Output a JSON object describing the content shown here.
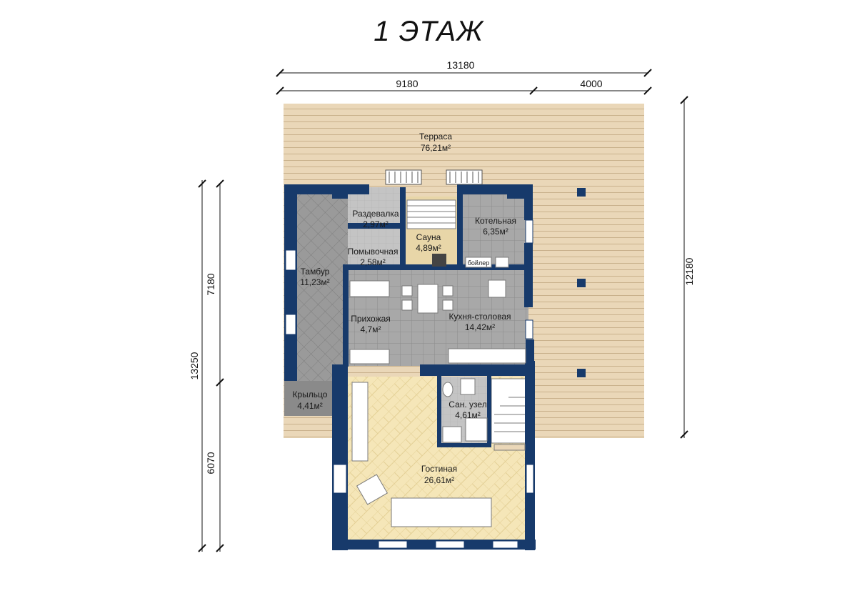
{
  "title": "1 ЭТАЖ",
  "dimensions": {
    "total_width": "13180",
    "house_width": "9180",
    "terrace_width": "4000",
    "terrace_depth": "12180",
    "house_depth_upper": "7180",
    "house_depth_lower": "6070",
    "total_depth": "13250"
  },
  "rooms": {
    "terrace": {
      "name": "Терраса",
      "area": "76,21м²"
    },
    "changing": {
      "name": "Раздевалка",
      "area": "2,97м²"
    },
    "sauna": {
      "name": "Сауна",
      "area": "4,89м²"
    },
    "boiler": {
      "name": "Котельная",
      "area": "6,35м²"
    },
    "washroom": {
      "name": "Помывочная",
      "area": "2,58м²"
    },
    "vestibule": {
      "name": "Тамбур",
      "area": "11,23м²"
    },
    "hall": {
      "name": "Прихожая",
      "area": "4,7м²"
    },
    "kitchen": {
      "name": "Кухня-столовая",
      "area": "14,42м²"
    },
    "bathroom": {
      "name": "Сан. узел",
      "area": "4,61м²"
    },
    "living": {
      "name": "Гостиная",
      "area": "26,61м²"
    },
    "porch": {
      "name": "Крыльцо",
      "area": "4,41м²"
    }
  },
  "labels": {
    "boiler_unit": "бойлер"
  },
  "colors": {
    "wall": "#173a6b",
    "terrace": "#ead7b8",
    "tile": "#9a9a9a",
    "parquet": "#f5e6b8",
    "floor_grey": "#bdbdbd"
  }
}
